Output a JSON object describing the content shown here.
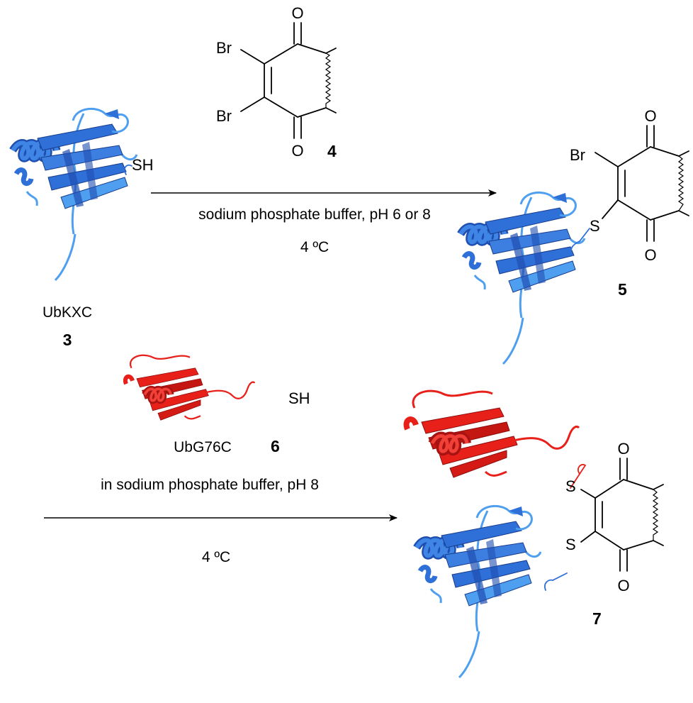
{
  "compounds": {
    "c3": {
      "name": "UbKXC",
      "number": "3",
      "thiol": "SH"
    },
    "c4": {
      "number": "4",
      "substituents": [
        "Br",
        "Br"
      ],
      "oxygens": [
        "O",
        "O"
      ]
    },
    "c5": {
      "number": "5",
      "substituent": "Br",
      "linker": "S",
      "oxygens": [
        "O",
        "O"
      ]
    },
    "c6": {
      "name": "UbG76C",
      "number": "6",
      "thiol": "SH"
    },
    "c7": {
      "number": "7",
      "linkers": [
        "S",
        "S"
      ],
      "oxygens": [
        "O",
        "O"
      ]
    }
  },
  "reaction1": {
    "condition_line1": "sodium phosphate buffer, pH 6 or 8",
    "condition_line2": "4 ºC"
  },
  "reaction2": {
    "condition_line1": "in sodium phosphate buffer, pH 8",
    "condition_line2": "4 ºC"
  },
  "colors": {
    "ubkxc_protein": "#2f6fd8",
    "ubkxc_protein_light": "#4f9ff0",
    "ubg76c_protein": "#e8201a",
    "ubg76c_protein_dark": "#a81210"
  }
}
